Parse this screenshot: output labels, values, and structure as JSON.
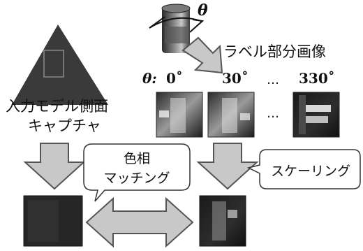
{
  "figure": {
    "theta_symbol": "θ",
    "label_image_caption": "ラベル部分画像",
    "angle_prefix": "θ:",
    "angles": [
      "0˚",
      "30˚",
      "330˚"
    ],
    "ellipsis": "…",
    "input_model_caption_line1": "入力モデル側面",
    "input_model_caption_line2": "キャプチャ",
    "hue_matching_line1": "色相",
    "hue_matching_line2": "マッチング",
    "scaling_label": "スケーリング"
  },
  "colors": {
    "triangle": "#3a3a3a",
    "arrow_fill": "#c8c8c8",
    "arrow_stroke": "#555555",
    "callout_fill": "#ffffff",
    "callout_stroke": "#333333",
    "photo_dark": "#1e1e1e",
    "photo_mid": "#6a6a6a",
    "photo_light": "#d0d0d0"
  }
}
